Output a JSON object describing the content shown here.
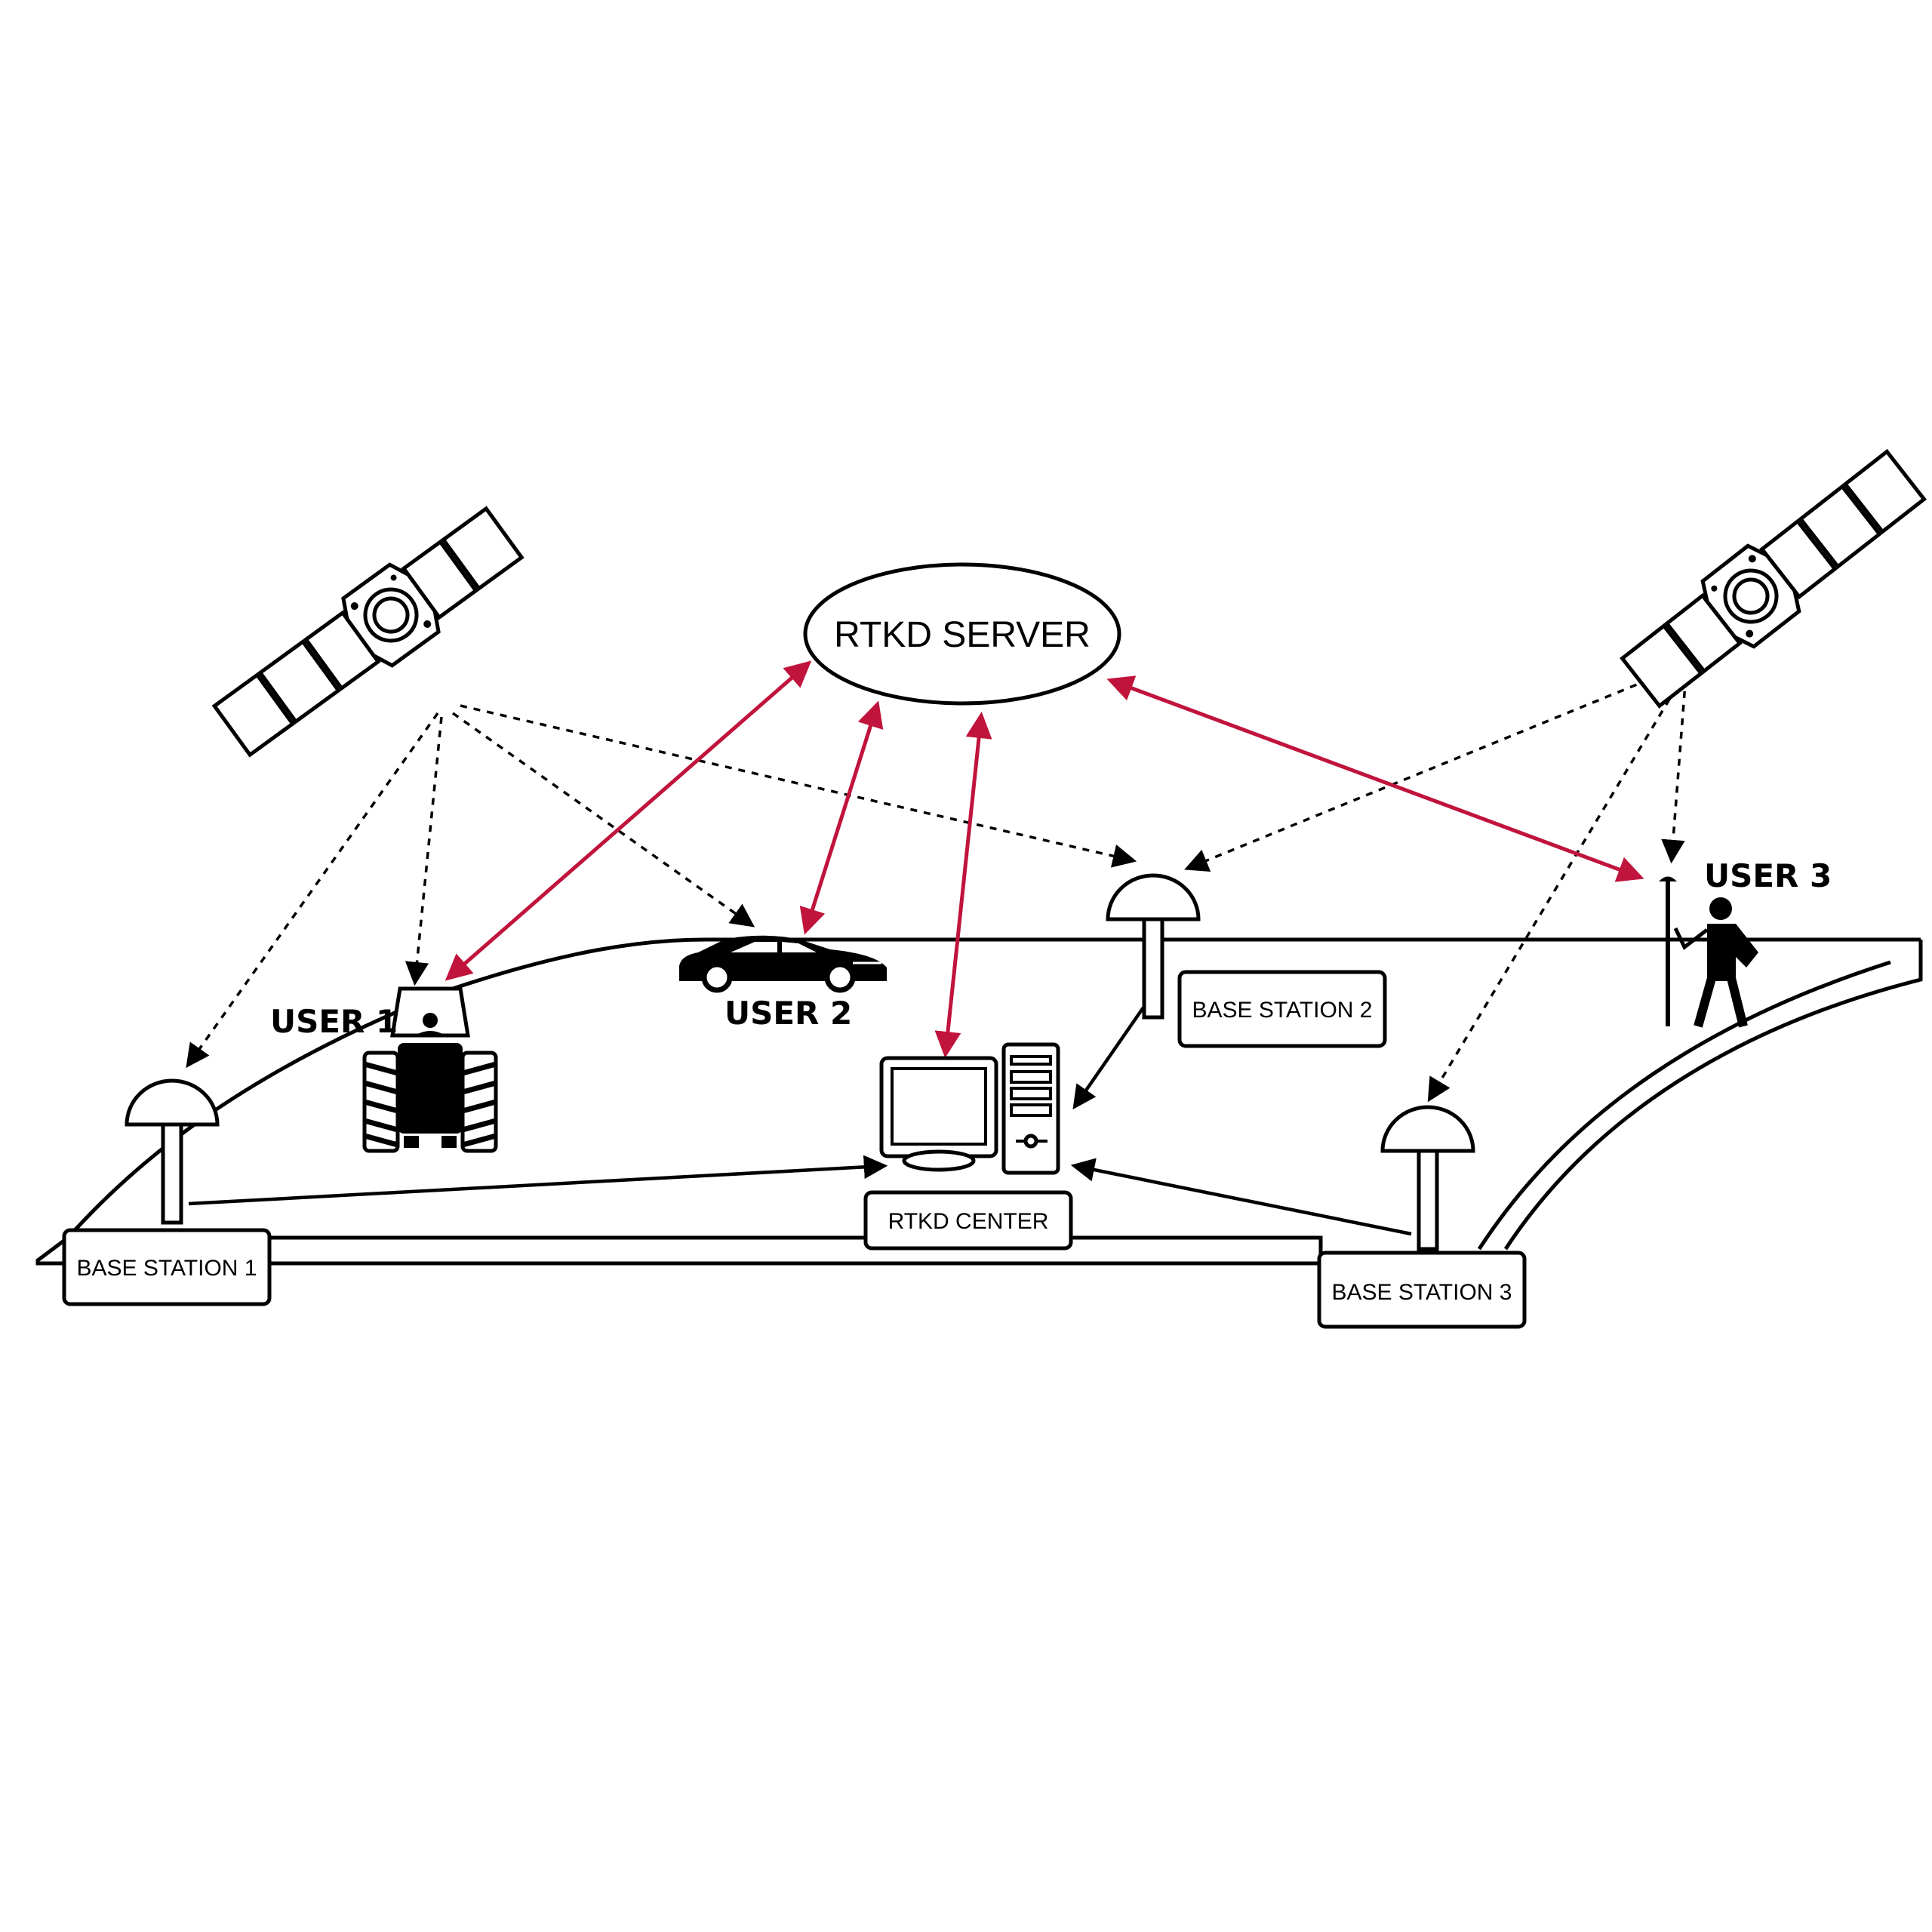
{
  "server": {
    "label": "RTKD SERVER"
  },
  "center": {
    "label": "RTKD CENTER"
  },
  "base_stations": [
    {
      "label": "BASE STATION 1"
    },
    {
      "label": "BASE STATION 2"
    },
    {
      "label": "BASE STATION 3"
    }
  ],
  "users": [
    {
      "label": "USER 1",
      "icon": "tractor-icon"
    },
    {
      "label": "USER 2",
      "icon": "car-icon"
    },
    {
      "label": "USER 3",
      "icon": "surveyor-icon"
    }
  ],
  "icons": [
    "satellite-icon",
    "gnss-antenna-icon",
    "computer-icon"
  ],
  "colors": {
    "accent": "#c0143c",
    "ink": "#000000",
    "background": "#ffffff"
  }
}
